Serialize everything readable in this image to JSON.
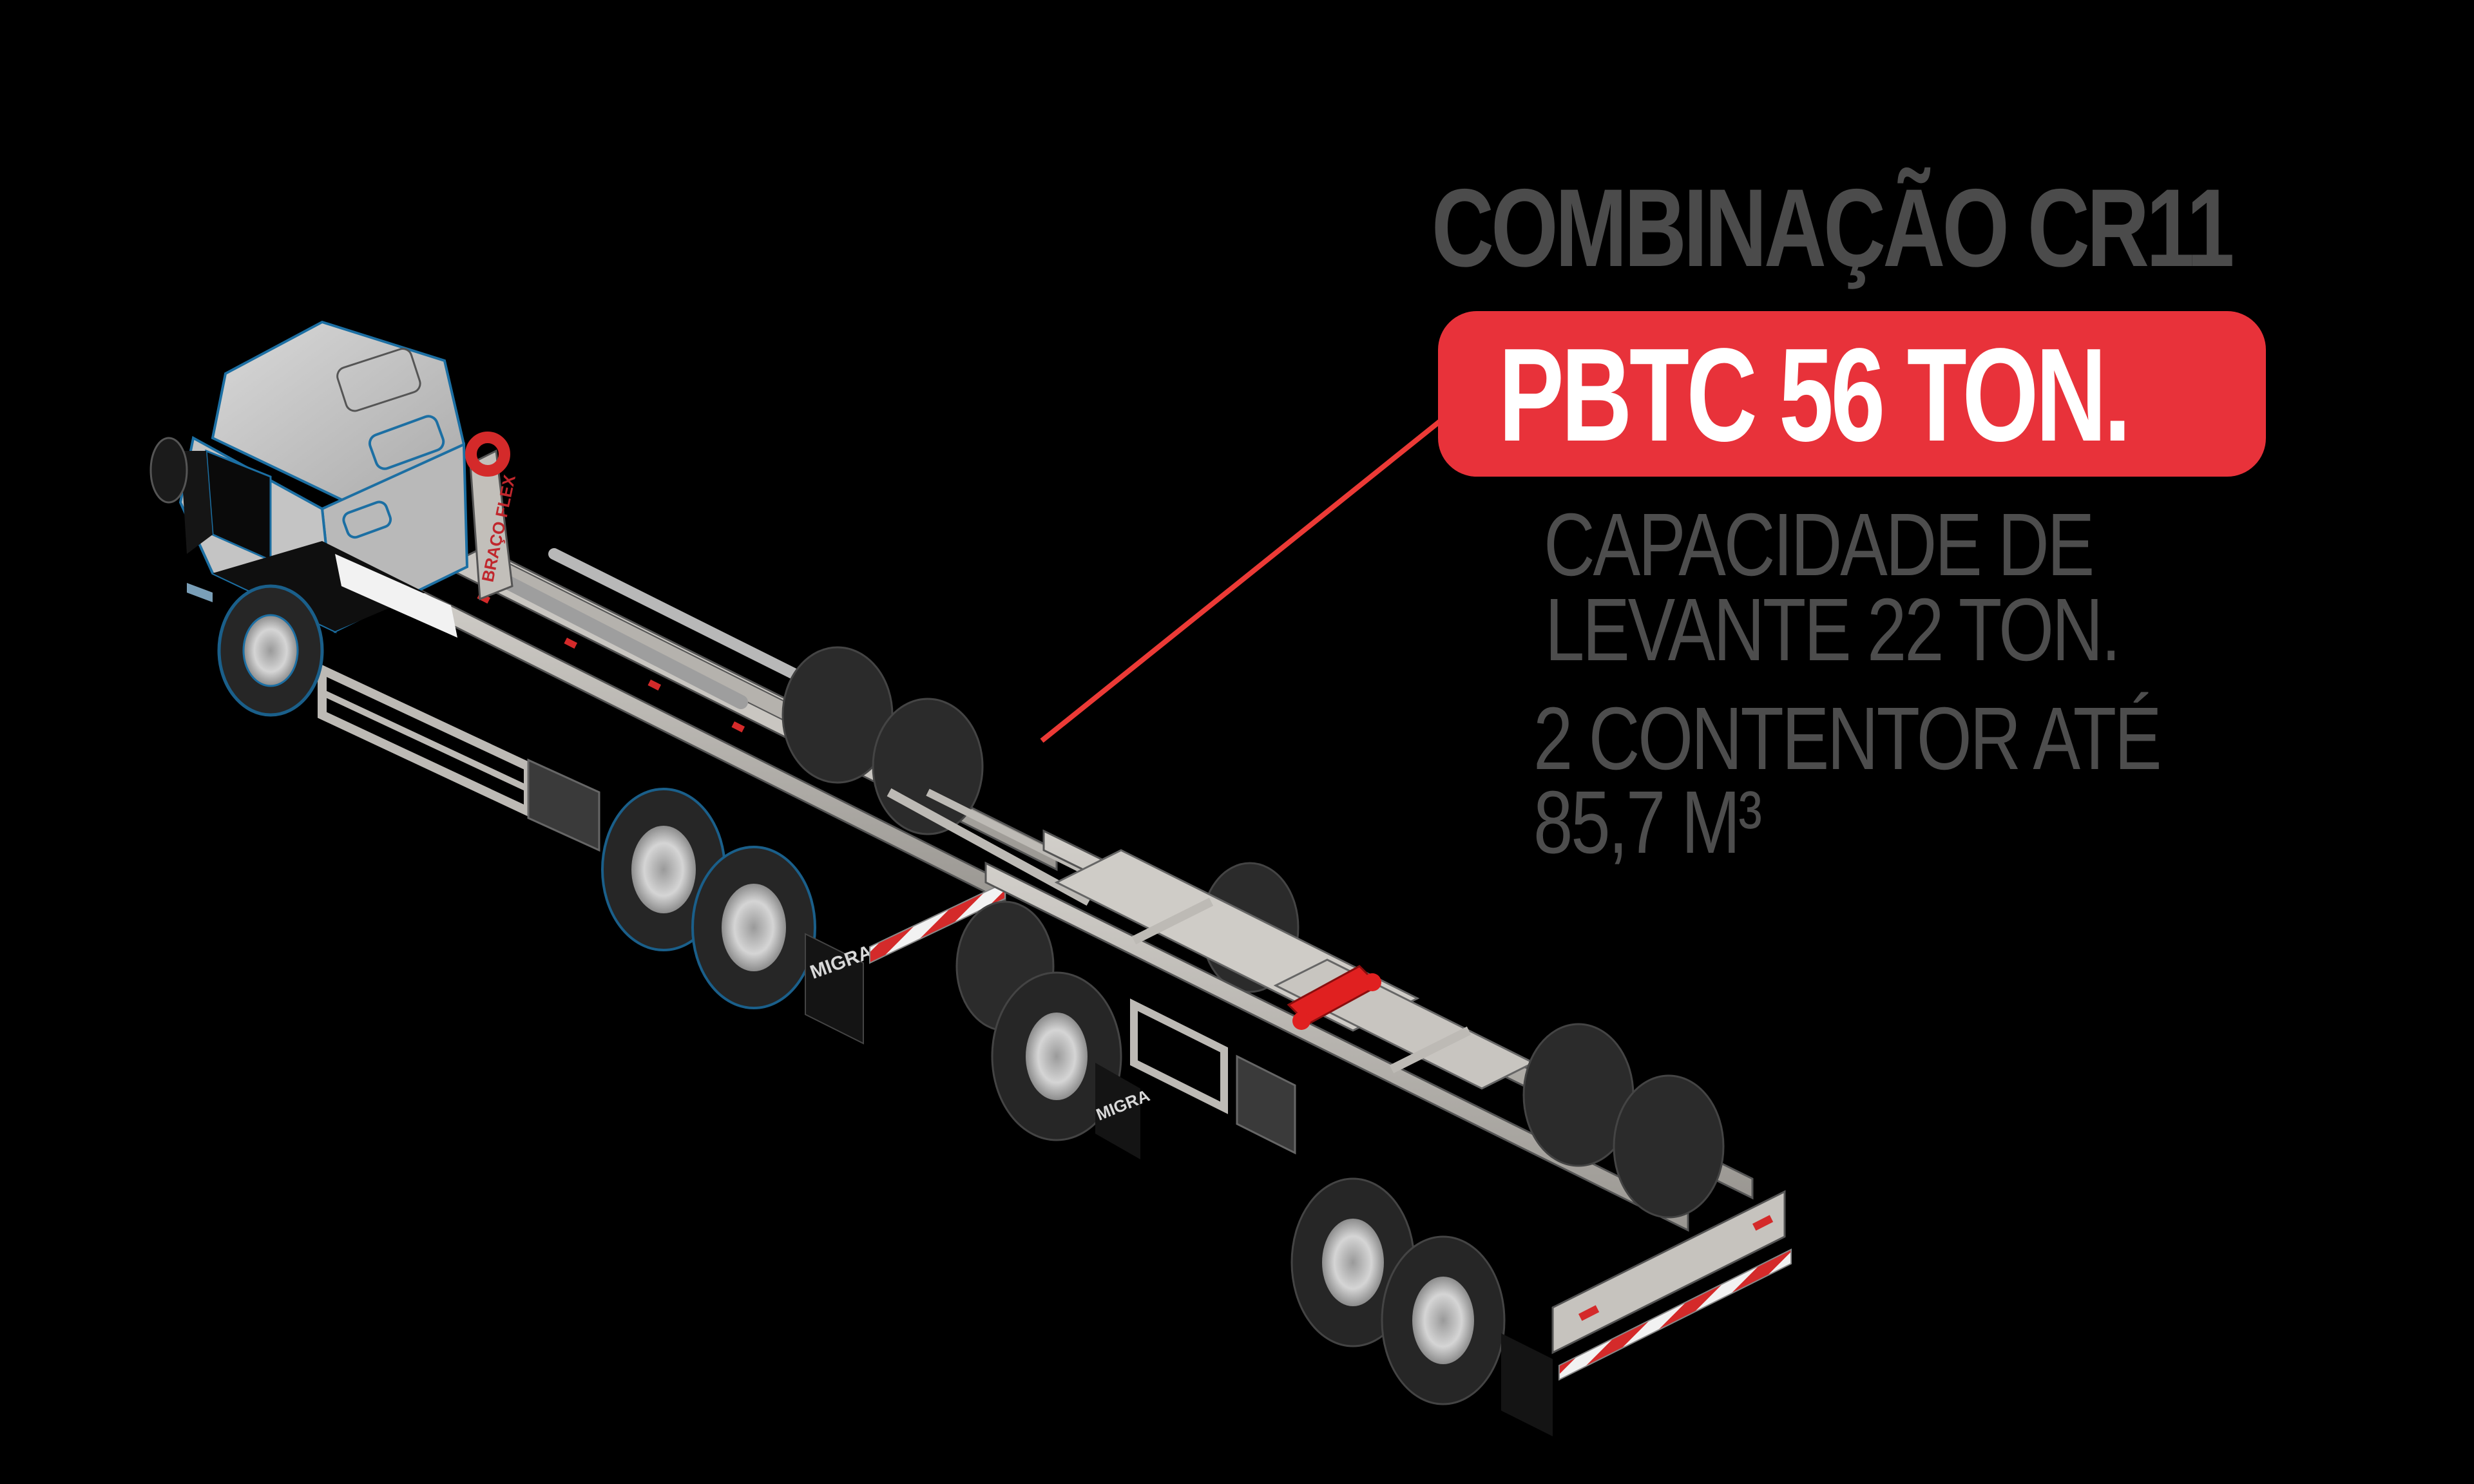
{
  "header": {
    "title": "COMBINAÇÃO CR11"
  },
  "badge": {
    "label": "PBTC 56 TON.",
    "color": "#e8323a",
    "text_color": "#ffffff"
  },
  "specs": {
    "lift_capacity_line1": "CAPACIDADE DE",
    "lift_capacity_line2": "LEVANTE 22 TON.",
    "containers_line1": "2 CONTENTOR ATÉ",
    "containers_line2": "85,7 M³"
  },
  "illustration": {
    "subject": "truck-with-hooklift-and-trailer",
    "hook_arm_label": "BRAÇO FLEX",
    "mudflap_brand": "MIGRA"
  },
  "colors": {
    "background": "#000000",
    "text_grey": "#4d4d4d",
    "accent_red": "#e8323a",
    "chassis_grey": "#bdbab5",
    "tire_dark": "#2e2e2e"
  }
}
